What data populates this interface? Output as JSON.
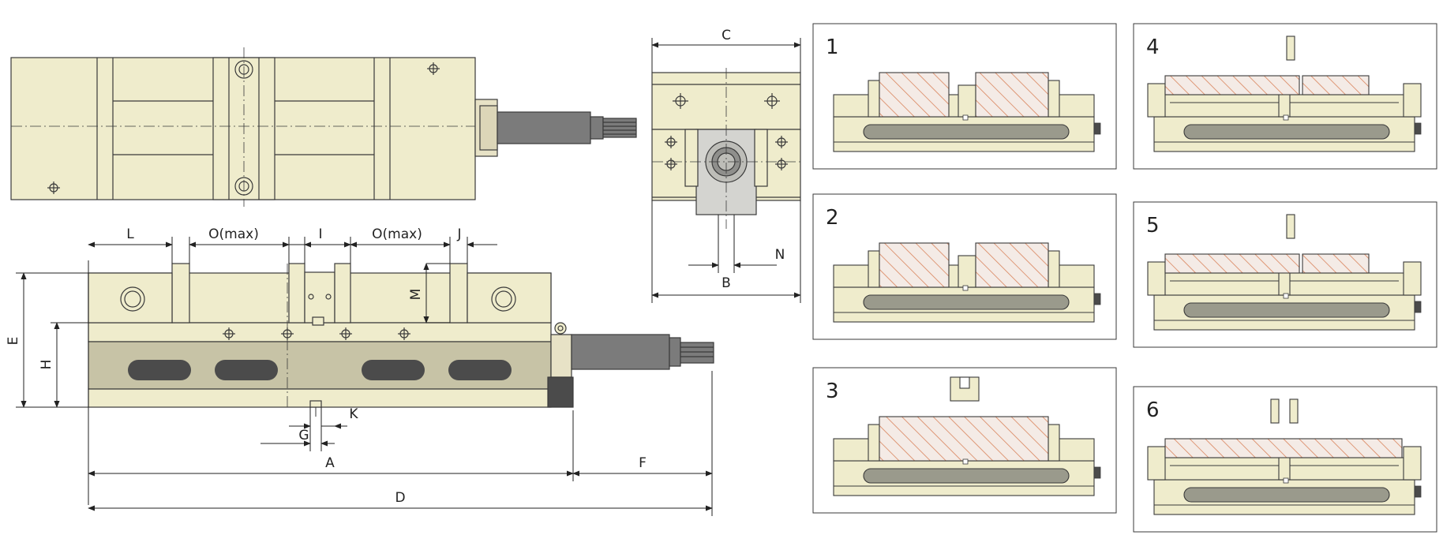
{
  "colors": {
    "body": "#efeccc",
    "outline": "#3a3a3a",
    "band": "#c7c3a6",
    "slot": "#4b4b4b",
    "slot_light": "#9a9a8c",
    "shaft": "#7b7b7b",
    "block": "#f2e8e2",
    "hatch": "#d9845c",
    "dim": "#222222"
  },
  "dimensions": {
    "L": "L",
    "O1": "O(max)",
    "I": "I",
    "O2": "O(max)",
    "J": "J",
    "M": "M",
    "E": "E",
    "H": "H",
    "G": "G",
    "K": "K",
    "A": "A",
    "F": "F",
    "D": "D",
    "C": "C",
    "B": "B",
    "N": "N"
  },
  "configurations": [
    {
      "number": "1"
    },
    {
      "number": "2"
    },
    {
      "number": "3"
    },
    {
      "number": "4"
    },
    {
      "number": "5"
    },
    {
      "number": "6"
    }
  ]
}
